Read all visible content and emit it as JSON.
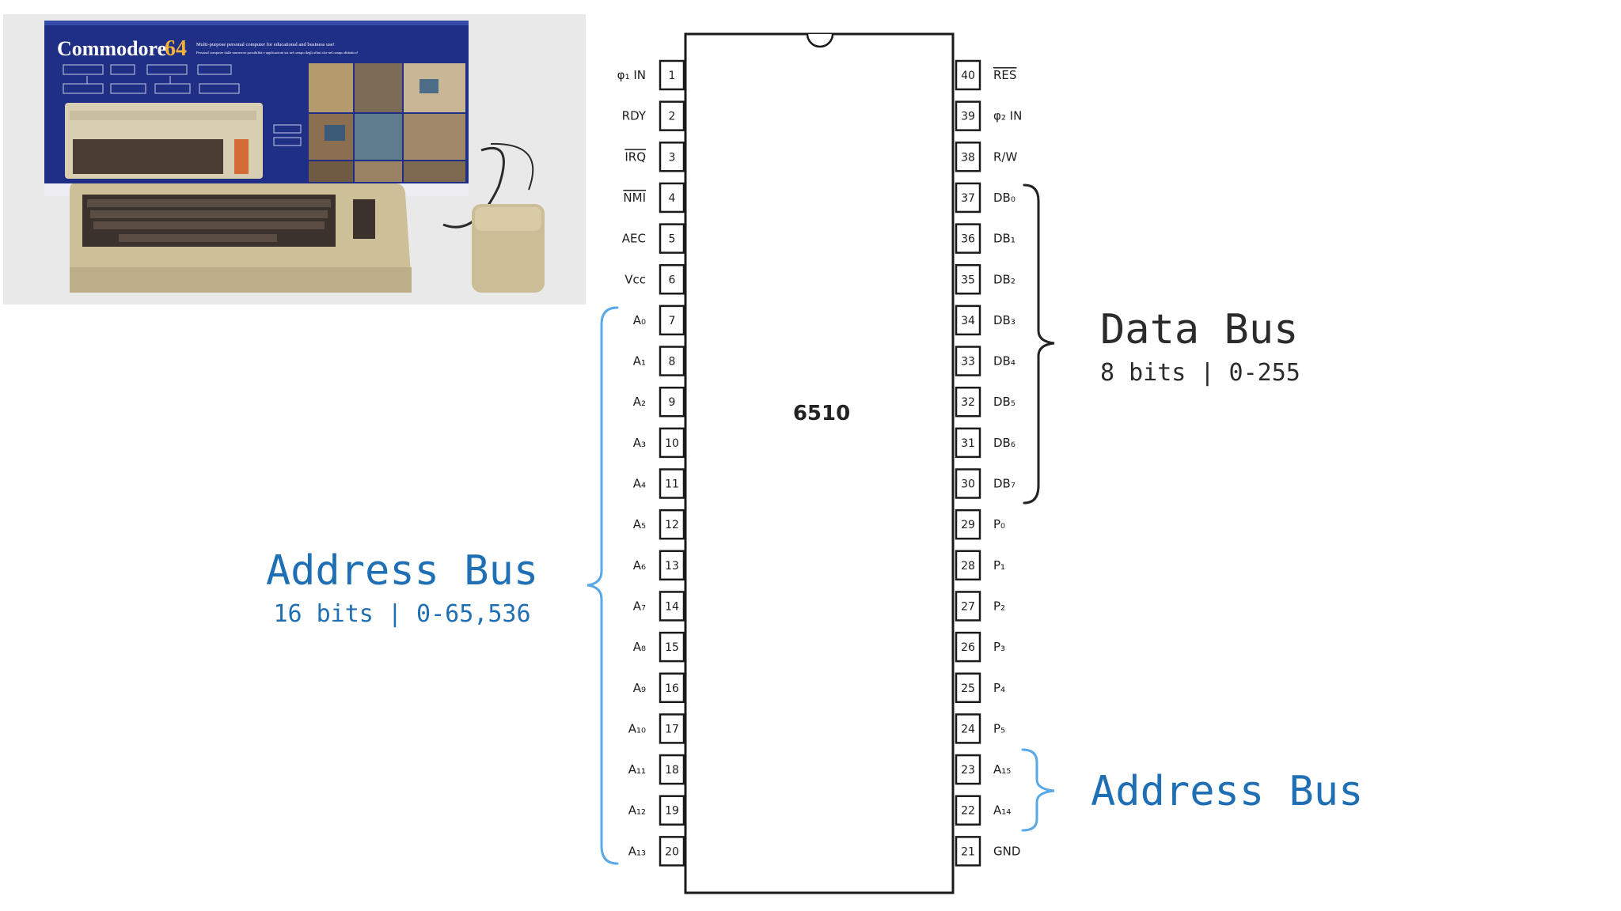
{
  "photo": {
    "brand": "Commodore",
    "model": "64",
    "box_tagline_1": "Multi-purpose personal computer for educational and business use!",
    "box_tagline_2": "Personal computer dalle numerose possibilità e applicazioni sia nel campo degli affari che nel campo didattico!"
  },
  "chip": {
    "name": "6510",
    "left_pins": [
      {
        "num": "1",
        "label": "φ₁ IN"
      },
      {
        "num": "2",
        "label": "RDY"
      },
      {
        "num": "3",
        "label": "IRQ",
        "overline": true
      },
      {
        "num": "4",
        "label": "NMI",
        "overline": true
      },
      {
        "num": "5",
        "label": "AEC"
      },
      {
        "num": "6",
        "label": "Vᴄᴄ"
      },
      {
        "num": "7",
        "label": "A₀"
      },
      {
        "num": "8",
        "label": "A₁"
      },
      {
        "num": "9",
        "label": "A₂"
      },
      {
        "num": "10",
        "label": "A₃"
      },
      {
        "num": "11",
        "label": "A₄"
      },
      {
        "num": "12",
        "label": "A₅"
      },
      {
        "num": "13",
        "label": "A₆"
      },
      {
        "num": "14",
        "label": "A₇"
      },
      {
        "num": "15",
        "label": "A₈"
      },
      {
        "num": "16",
        "label": "A₉"
      },
      {
        "num": "17",
        "label": "A₁₀"
      },
      {
        "num": "18",
        "label": "A₁₁"
      },
      {
        "num": "19",
        "label": "A₁₂"
      },
      {
        "num": "20",
        "label": "A₁₃"
      }
    ],
    "right_pins": [
      {
        "num": "40",
        "label": "RES",
        "overline": true
      },
      {
        "num": "39",
        "label": "φ₂ IN"
      },
      {
        "num": "38",
        "label": "R/W"
      },
      {
        "num": "37",
        "label": "DB₀"
      },
      {
        "num": "36",
        "label": "DB₁"
      },
      {
        "num": "35",
        "label": "DB₂"
      },
      {
        "num": "34",
        "label": "DB₃"
      },
      {
        "num": "33",
        "label": "DB₄"
      },
      {
        "num": "32",
        "label": "DB₅"
      },
      {
        "num": "31",
        "label": "DB₆"
      },
      {
        "num": "30",
        "label": "DB₇"
      },
      {
        "num": "29",
        "label": "P₀"
      },
      {
        "num": "28",
        "label": "P₁"
      },
      {
        "num": "27",
        "label": "P₂"
      },
      {
        "num": "26",
        "label": "P₃"
      },
      {
        "num": "25",
        "label": "P₄"
      },
      {
        "num": "24",
        "label": "P₅"
      },
      {
        "num": "23",
        "label": "A₁₅"
      },
      {
        "num": "22",
        "label": "A₁₄"
      },
      {
        "num": "21",
        "label": "GND"
      }
    ]
  },
  "annotations": {
    "data_bus": {
      "title": "Data Bus",
      "subtitle": "8 bits | 0-255",
      "color": "#2b2b2b"
    },
    "address_bus_left": {
      "title": "Address Bus",
      "subtitle": "16 bits | 0-65,536",
      "color": "#1f6fb4"
    },
    "address_bus_right": {
      "title": "Address Bus",
      "color": "#1f6fb4"
    }
  },
  "colors": {
    "address_bracket": "#5aa8e6",
    "data_bracket": "#222222",
    "chip_line": "#1a1a1a"
  }
}
